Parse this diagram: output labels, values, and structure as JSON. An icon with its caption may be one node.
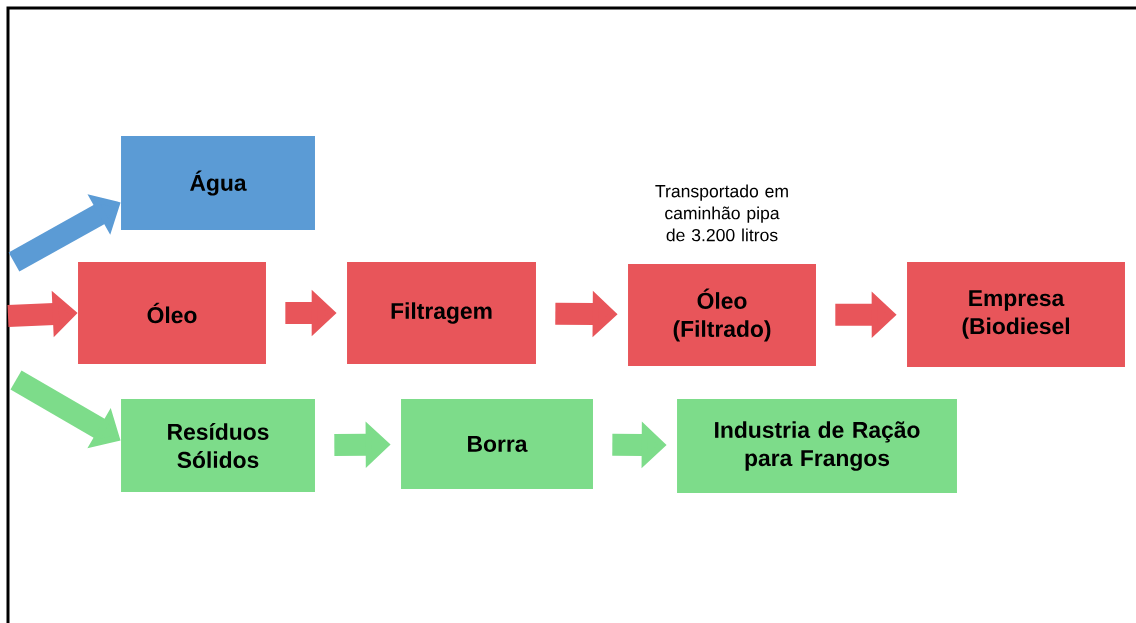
{
  "diagram": {
    "nodes": [
      {
        "text": [
          "Água"
        ]
      },
      {
        "text": [
          "Óleo"
        ]
      },
      {
        "text": [
          "Filtragem"
        ]
      },
      {
        "text": [
          "Óleo (Filtrado)"
        ],
        "beside": [
          "Transportado em caminhão pipa de 3.200 litros"
        ]
      },
      {
        "text": [
          "Empresa (Biodiesel"
        ]
      },
      {
        "text": [
          "Resíduos Sólidos"
        ]
      },
      {
        "text": [
          "Borra"
        ]
      },
      {
        "text": [
          "Industria de Ração para Frangos"
        ]
      }
    ],
    "edges": [
      {
        "from": null,
        "to": 0,
        "arrow": "to",
        "color": "#5b9bd5"
      },
      {
        "from": null,
        "to": 1,
        "arrow": "to"
      },
      {
        "from": null,
        "to": 5,
        "arrow": "to",
        "color": "#7ddc8a"
      },
      {
        "from": 1,
        "to": 2,
        "arrow": "to"
      },
      {
        "from": 2,
        "to": 3,
        "arrow": "to"
      },
      {
        "from": 3,
        "to": 4,
        "arrow": "to"
      },
      {
        "from": 5,
        "to": 6,
        "arrow": "to",
        "color": "#7ddc8a"
      },
      {
        "from": 6,
        "to": 7,
        "arrow": "to",
        "color": "#7ddc8a"
      }
    ]
  }
}
